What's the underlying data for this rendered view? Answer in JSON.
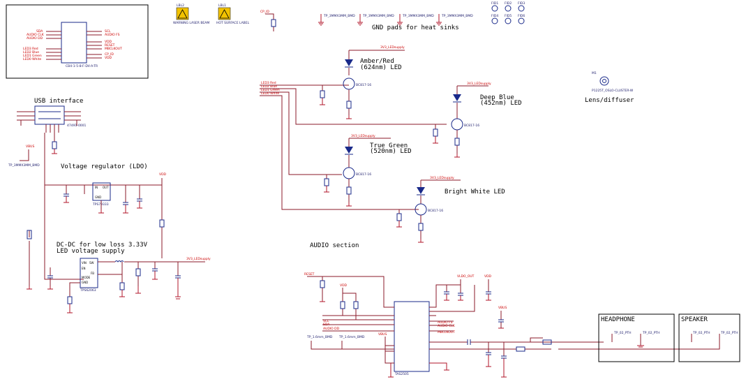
{
  "sections": {
    "usb": "USB interface",
    "regulator": "Voltage regulator (LDO)",
    "dcdc_line1": "DC-DC for low loss 3.33V",
    "dcdc_line2": "LED voltage supply",
    "audio": "AUDIO section",
    "gnd_pads": "GND pads for heat sinks",
    "lens": "Lens/diffuser",
    "headphone": "HEADPHONE",
    "speaker": "SPEAKER"
  },
  "leds": {
    "amber_1": "Amber/Red",
    "amber_2": "(624nm) LED",
    "blue_1": "Deep Blue",
    "blue_2": "(452nm) LED",
    "green_1": "True Green",
    "green_2": "(520nm) LED",
    "white": "Bright White LED"
  },
  "labels": {
    "lbl2": "WARNING LASER BEAM",
    "lbl1": "HOT SURFACE LABEL",
    "lbl2_ref": "LBL2",
    "lbl1_ref": "LBL1",
    "cp_id": "CP_ID",
    "lens_ref": "M1",
    "lens_part": "P1225T_OSLO-CLUSTER-W",
    "top_chip": "CB4-1-5-8-F-DV-A-TR"
  },
  "nets": {
    "v3v3_led": "3V3_LEDsupply",
    "vdd": "VDD",
    "vbus": "VBUS",
    "vdd_out": "VLDO_OUT",
    "reset": "RESET",
    "scl": "SCL",
    "sda": "SDA",
    "audio_dd": "AUDIO DD",
    "audio_fs": "AUDIO FS",
    "audio_clk": "AUDIO CLK",
    "mbcl": "MBCLKOUT",
    "led3_red": "LED3 Red",
    "led2_blue": "LED2 Blue",
    "led1_green": "LED1 Green",
    "led0_white": "LED0 White"
  },
  "tp": {
    "pad": "TP_3MMX3MM_BMD",
    "tp1": "TP_1.6mm_BMD",
    "tp2": "TP_1.6mm_BMD",
    "tp_pth": "TP_02_PTH"
  },
  "parts": {
    "usb_conn": "47491-0001",
    "ldo": "TPS79333",
    "dcdc": "TPS62063",
    "dac": "TAS2505",
    "tr": "BC817-16"
  },
  "fiducials": [
    "FID1",
    "FID2",
    "FID3",
    "FID4",
    "FID5",
    "FID6"
  ]
}
